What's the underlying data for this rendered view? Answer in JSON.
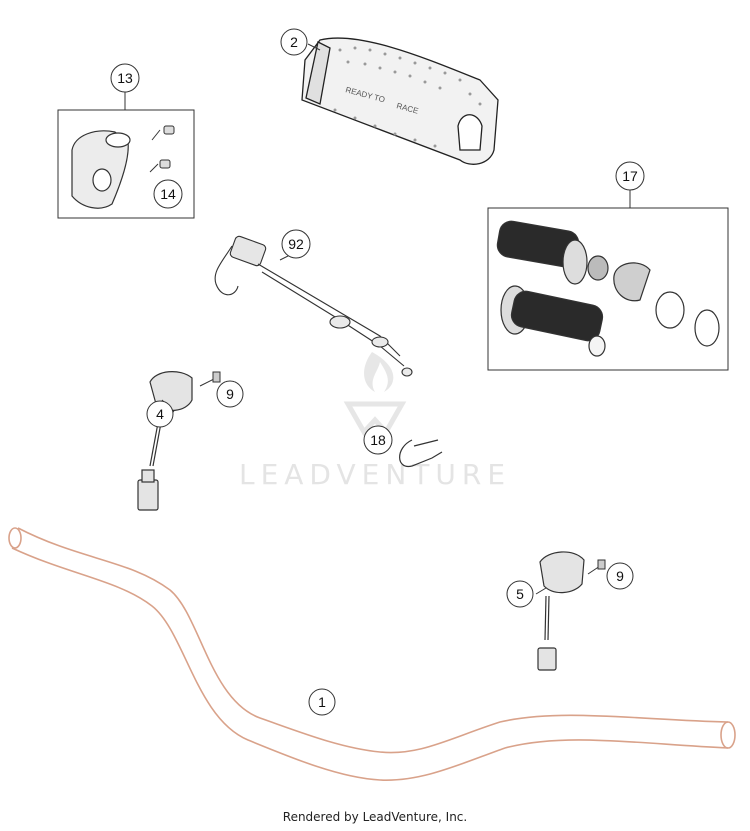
{
  "diagram": {
    "callouts": [
      {
        "id": "c1",
        "label": "1"
      },
      {
        "id": "c2",
        "label": "2"
      },
      {
        "id": "c4",
        "label": "4"
      },
      {
        "id": "c5",
        "label": "5"
      },
      {
        "id": "c9a",
        "label": "9"
      },
      {
        "id": "c9b",
        "label": "9"
      },
      {
        "id": "c13",
        "label": "13"
      },
      {
        "id": "c14",
        "label": "14"
      },
      {
        "id": "c17",
        "label": "17"
      },
      {
        "id": "c18",
        "label": "18"
      },
      {
        "id": "c92",
        "label": "92"
      }
    ],
    "pad_text": [
      "READY TO",
      "RACE"
    ],
    "watermark": "LEADVENTURE"
  },
  "footer": {
    "text": "Rendered by LeadVenture, Inc."
  },
  "colors": {
    "line": "#333333",
    "orange_line": "#c55a11",
    "light_stroke": "#d9a28a",
    "accent": "#c55a11"
  }
}
